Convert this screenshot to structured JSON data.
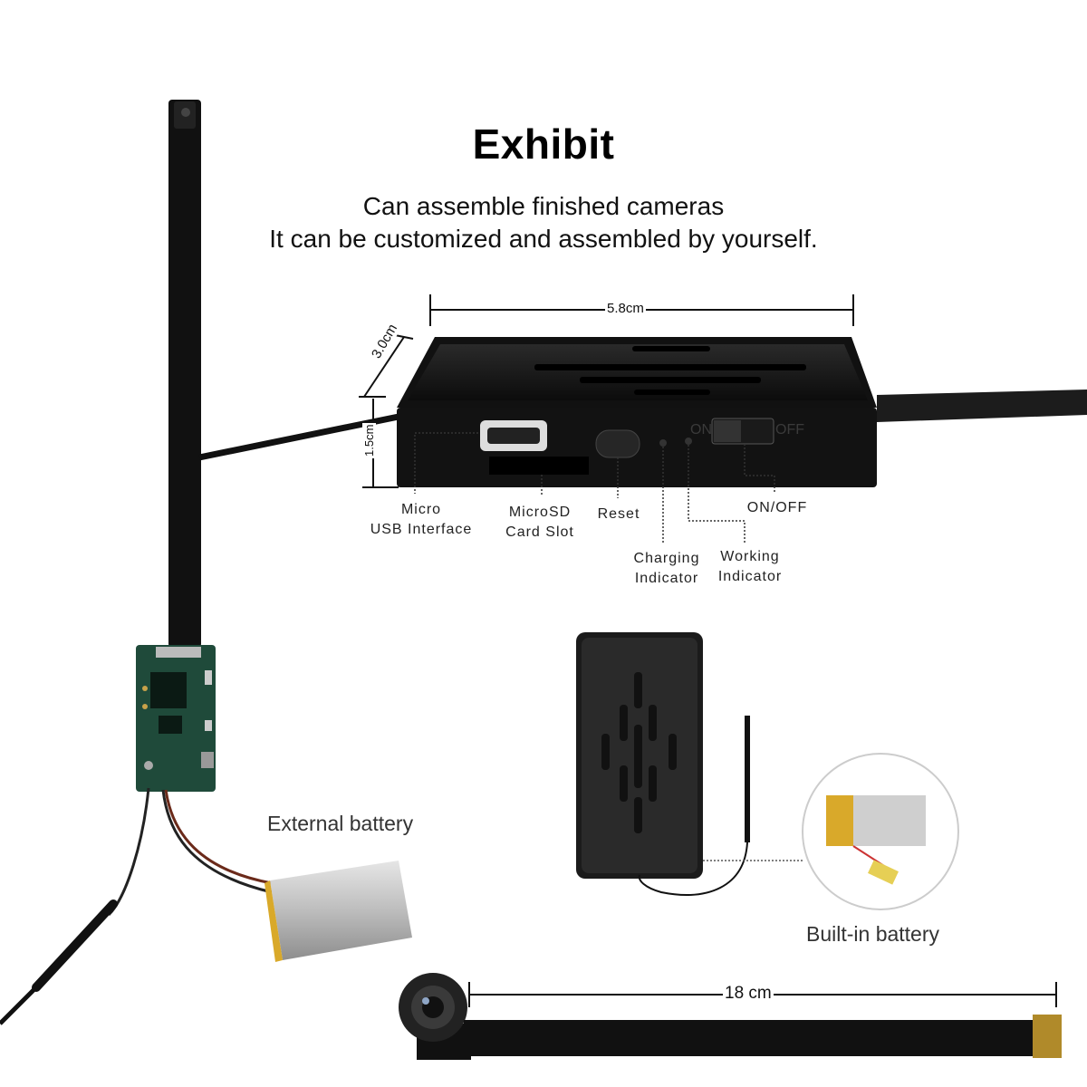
{
  "header": {
    "title": "Exhibit",
    "subtitle_line1": "Can assemble finished cameras",
    "subtitle_line2": "It can be customized and assembled by yourself."
  },
  "dimensions": {
    "width": "5.8cm",
    "depth": "3.0cm",
    "height": "1.5cm",
    "cable_length": "18 cm"
  },
  "case_labels": {
    "switch_on": "ON",
    "switch_off": "OFF",
    "micro_usb_line1": "Micro",
    "micro_usb_line2": "USB Interface",
    "microsd_line1": "MicroSD",
    "microsd_line2": "Card Slot",
    "reset": "Reset",
    "charging_line1": "Charging",
    "charging_line2": "Indicator",
    "working_line1": "Working",
    "working_line2": "Indicator",
    "on_off": "ON/OFF"
  },
  "battery_labels": {
    "external": "External battery",
    "builtin": "Built-in battery"
  },
  "colors": {
    "case_body": "#1a1a1a",
    "pcb_green": "#1f4a3a",
    "battery_silver": "#c8c8c8",
    "battery_yellow": "#d9a92a"
  }
}
